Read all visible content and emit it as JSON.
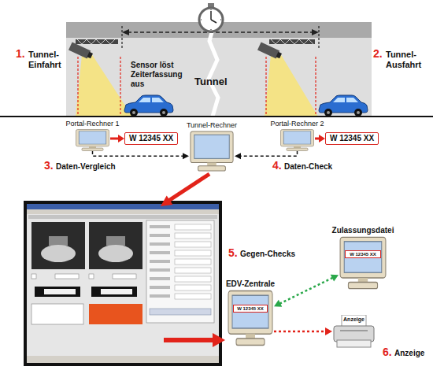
{
  "diagram": {
    "nodes": [
      {
        "text": [
          "Portal-Rechner 1"
        ]
      },
      {
        "text": [
          "W 12345 XX"
        ]
      },
      {
        "text": [
          "Tunnel-Rechner"
        ]
      },
      {
        "text": [
          "Portal-Rechner 2"
        ]
      },
      {
        "text": [
          "W 12345 XX"
        ]
      },
      {
        "text": [
          "Zulassungsdatei",
          "W 12345 XX"
        ]
      },
      {
        "text": [
          "EDV-Zentrale",
          "W 12345 XX"
        ]
      },
      {
        "text": [
          "Anzeige"
        ]
      }
    ],
    "edges": [
      {
        "from": 0,
        "to": 1,
        "arrow": "to"
      },
      {
        "from": 3,
        "to": 4,
        "arrow": "to"
      },
      {
        "from": 0,
        "to": 2,
        "arrow": "to"
      },
      {
        "from": 3,
        "to": 2,
        "arrow": "to"
      },
      {
        "from": 6,
        "to": 5,
        "arrow": "both"
      },
      {
        "from": 6,
        "to": 7,
        "arrow": "to"
      }
    ],
    "labels": [
      "1.",
      "Tunnel-Einfahrt",
      "2.",
      "Tunnel-Ausfahrt",
      "Sensor löst Zeiterfassung aus",
      "Tunnel",
      "3.",
      "Daten-Vergleich",
      "4.",
      "Daten-Check",
      "5.",
      "Gegen-Checks",
      "6.",
      "Anzeige"
    ]
  }
}
